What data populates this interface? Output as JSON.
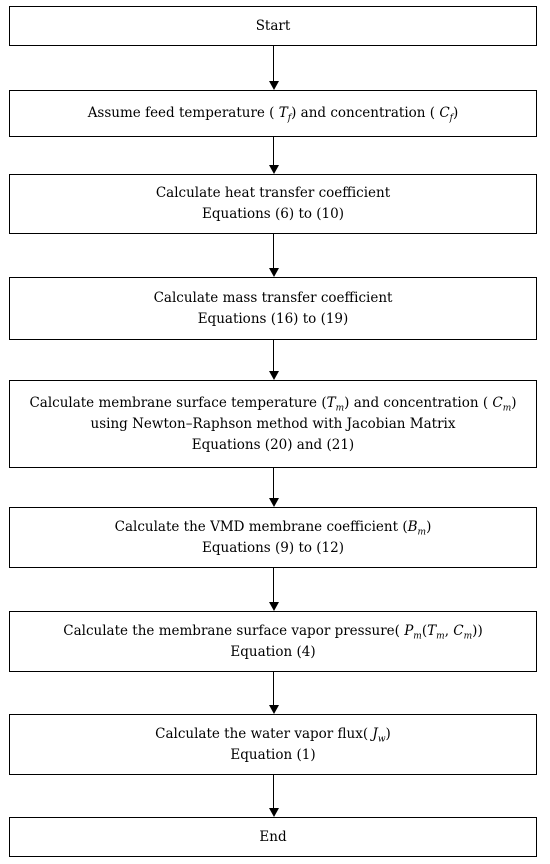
{
  "flowchart": {
    "start": {
      "label": "Start"
    },
    "assume": {
      "prefix": "Assume feed temperature ( ",
      "t_symbol": "T",
      "t_sub": "f",
      "middle": ") and concentration ( ",
      "c_symbol": "C",
      "c_sub": "f",
      "suffix": ")"
    },
    "heat": {
      "line1": "Calculate heat transfer coefficient",
      "line2": "Equations (6) to (10)"
    },
    "mass": {
      "line1": "Calculate mass transfer coefficient",
      "line2": "Equations (16) to (19)"
    },
    "membrane_surface": {
      "prefix": "Calculate membrane surface temperature (",
      "t_symbol": "T",
      "t_sub": "m",
      "middle": ") and concentration ( ",
      "c_symbol": "C",
      "c_sub": "m",
      "suffix": ")",
      "line2": "using Newton–Raphson method with Jacobian Matrix",
      "line3": "Equations (20) and (21)"
    },
    "vmd": {
      "prefix": "Calculate the VMD membrane coefficient (",
      "b_symbol": "B",
      "b_sub": "m",
      "suffix": ")",
      "line2": "Equations (9) to (12)"
    },
    "vapor_pressure": {
      "prefix": "Calculate the membrane surface vapor pressure( ",
      "p_symbol": "P",
      "p_sub": "m",
      "open": "(",
      "t_symbol": "T",
      "t_sub": "m",
      "comma": ", ",
      "c_symbol": "C",
      "c_sub": "m",
      "close": "))",
      "line2": "Equation (4)"
    },
    "flux": {
      "prefix": "Calculate the water vapor flux( ",
      "j_symbol": "J",
      "j_sub": "w",
      "suffix": ")",
      "line2": "Equation (1)"
    },
    "end": {
      "label": "End"
    }
  }
}
